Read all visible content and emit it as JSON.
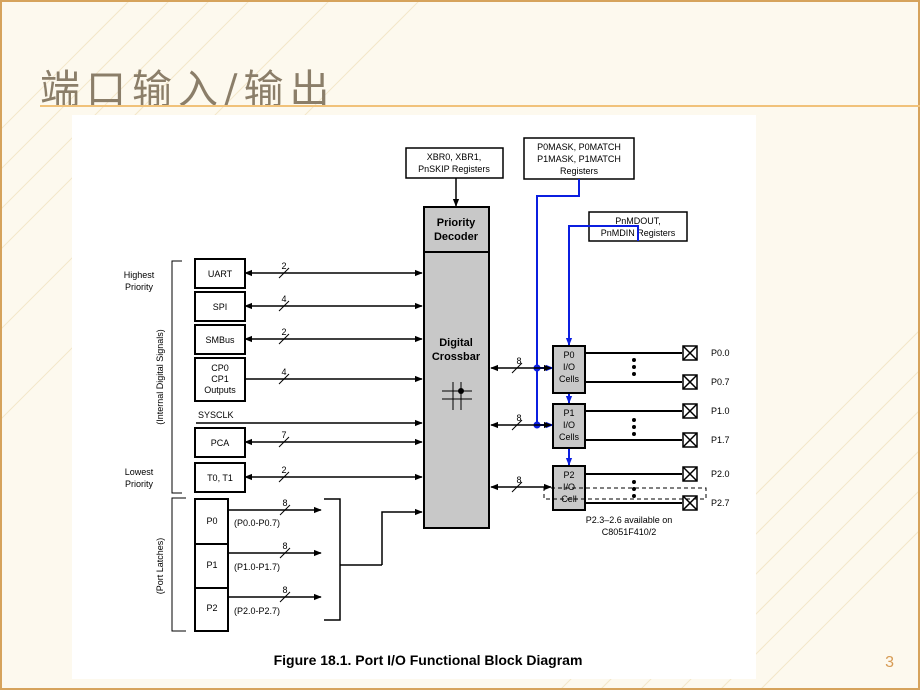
{
  "slide": {
    "title": "端口输入/输出",
    "page_number": "3"
  },
  "diagram": {
    "caption": "Figure 18.1. Port I/O Functional Block Diagram",
    "registers": {
      "xbr": [
        "XBR0, XBR1,",
        "PnSKIP Registers"
      ],
      "pmask": [
        "P0MASK, P0MATCH",
        "P1MASK, P1MATCH",
        "Registers"
      ],
      "pmd": [
        "PnMDOUT,",
        "PnMDIN Registers"
      ]
    },
    "priority_decoder": [
      "Priority",
      "Decoder"
    ],
    "crossbar": [
      "Digital",
      "Crossbar"
    ],
    "priority": {
      "highest": [
        "Highest",
        "Priority"
      ],
      "lowest": [
        "Lowest",
        "Priority"
      ]
    },
    "side_labels": {
      "internal": "(Internal Digital Signals)",
      "latches": "(Port Latches)"
    },
    "peripherals": [
      {
        "label": [
          "UART"
        ],
        "width": "2"
      },
      {
        "label": [
          "SPI"
        ],
        "width": "4"
      },
      {
        "label": [
          "SMBus"
        ],
        "width": "2"
      },
      {
        "label": [
          "CP0",
          "CP1",
          "Outputs"
        ],
        "width": "4"
      },
      {
        "label": [
          "SYSCLK"
        ],
        "width": ""
      },
      {
        "label": [
          "PCA"
        ],
        "width": "7"
      },
      {
        "label": [
          "T0, T1"
        ],
        "width": "2"
      }
    ],
    "latches": [
      {
        "label": "P0",
        "range": "(P0.0-P0.7)",
        "width": "8"
      },
      {
        "label": "P1",
        "range": "(P1.0-P1.7)",
        "width": "8"
      },
      {
        "label": "P2",
        "range": "(P2.0-P2.7)",
        "width": "8"
      }
    ],
    "io_cells": [
      {
        "label": [
          "P0",
          "I/O",
          "Cells"
        ],
        "bus_width": "8",
        "pins": [
          "P0.0",
          "P0.7"
        ]
      },
      {
        "label": [
          "P1",
          "I/O",
          "Cells"
        ],
        "bus_width": "8",
        "pins": [
          "P1.0",
          "P1.7"
        ]
      },
      {
        "label": [
          "P2",
          "I/O",
          "Cell"
        ],
        "bus_width": "8",
        "pins": [
          "P2.0",
          "P2.7"
        ]
      }
    ],
    "note": [
      "P2.3–2.6 available on",
      "C8051F410/2"
    ],
    "colors": {
      "blue_wire": "#0b1ee0",
      "block_fill": "#c8c8c8",
      "frame_gold": "#d6a35c",
      "title_color": "#8b7e69"
    }
  }
}
